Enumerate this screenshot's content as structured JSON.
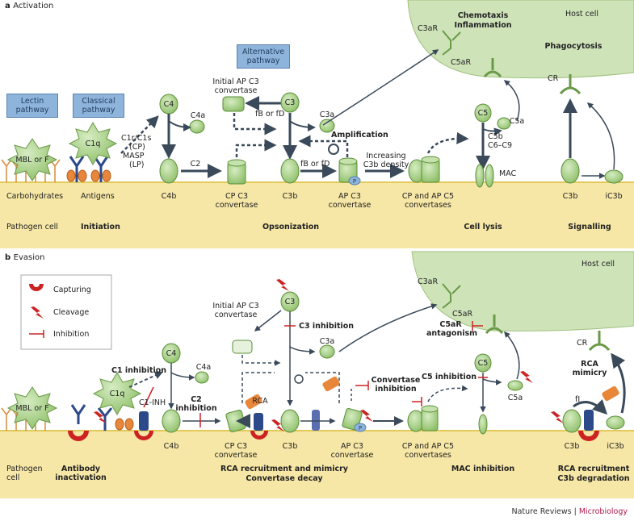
{
  "panel_a": {
    "title": "Activation",
    "letter": "a",
    "host_cell": "Host cell",
    "lectin_box": "Lectin pathway",
    "classical_box": "Classical pathway",
    "alternative_box": "Alternative pathway",
    "mbl": "MBL or F",
    "c1q": "C1q",
    "c1r_text": "C1r/C1s",
    "cp": "(CP)",
    "masp": "MASP",
    "lp": "(LP)",
    "c4": "C4",
    "c4a": "C4a",
    "c4b": "C4b",
    "c2": "C2",
    "cp_c3": "CP C3 convertase",
    "init_ap": "Initial AP C3 convertase",
    "c3": "C3",
    "c3a": "C3a",
    "c3b": "C3b",
    "fb_fd1": "fB or fD",
    "fb_fd2": "fB or fD",
    "amplification": "Amplification",
    "ap_c3": "AP C3 convertase",
    "increasing": "Increasing C3b density",
    "cp_ap_c5": "CP and AP C5 convertases",
    "c3ar": "C3aR",
    "c5ar": "C5aR",
    "chemotaxis": "Chemotaxis",
    "inflammation": "Inflammation",
    "phagocytosis": "Phagocytosis",
    "cr": "CR",
    "c5": "C5",
    "c5a": "C5a",
    "c5b": "C5b",
    "c6c9": "C6–C9",
    "mac": "MAC",
    "c3b_right": "C3b",
    "ic3b": "iC3b",
    "carbohydrates": "Carbohydrates",
    "antigens": "Antigens",
    "pathogen_cell": "Pathogen cell",
    "initiation": "Initiation",
    "opsonization": "Opsonization",
    "cell_lysis": "Cell lysis",
    "signalling": "Signalling",
    "p": "P"
  },
  "panel_b": {
    "title": "Evasion",
    "letter": "b",
    "host_cell": "Host cell",
    "legend": {
      "capturing": "Capturing",
      "cleavage": "Cleavage",
      "inhibition": "Inhibition"
    },
    "mbl": "MBL or F",
    "c1q": "C1q",
    "c1_inhibition": "C1 inhibition",
    "c1_inh": "C1-INH",
    "c4": "C4",
    "c4a": "C4a",
    "c4b": "C4b",
    "c2_inhibition": "C2 inhibition",
    "init_ap": "Initial AP C3 convertase",
    "c3": "C3",
    "c3_inhibition": "C3 inhibition",
    "c3a": "C3a",
    "rca": "RCA",
    "cp_c3": "CP C3 convertase",
    "c3b": "C3b",
    "ap_c3": "AP C3 convertase",
    "convertase_inhibition": "Convertase inhibition",
    "cp_ap_c5": "CP and AP C5 convertases",
    "c3ar": "C3aR",
    "c5ar": "C5aR",
    "c5ar_antagonism": "C5aR antagonism",
    "c5": "C5",
    "c5a": "C5a",
    "c5_inhibition": "C5 inhibition",
    "cr": "CR",
    "rca_mimicry": "RCA mimicry",
    "fi": "fI",
    "c3b_right": "C3b",
    "ic3b": "iC3b",
    "pathogen_cell": "Pathogen cell",
    "antibody_inactivation": "Antibody inactivation",
    "rca_recruit": "RCA recruitment and mimicry",
    "convertase_decay": "Convertase decay",
    "mac_inhibition": "MAC inhibition",
    "rca_recruit2": "RCA recruitment",
    "c3b_degradation": "C3b degradation",
    "p": "P"
  },
  "footer": {
    "publisher": "Nature Reviews",
    "separator": "|",
    "journal": "Microbiology"
  },
  "colors": {
    "membrane": "#f6e7a6",
    "membrane_edge": "#e2c95a",
    "host": "#cfe3b9",
    "protein": "#a9d18e",
    "protein_edge": "#5b8f3a",
    "arrow": "#3a4a5a",
    "red": "#cc2222",
    "orange": "#e8873a",
    "blue": "#2c4a8a"
  }
}
